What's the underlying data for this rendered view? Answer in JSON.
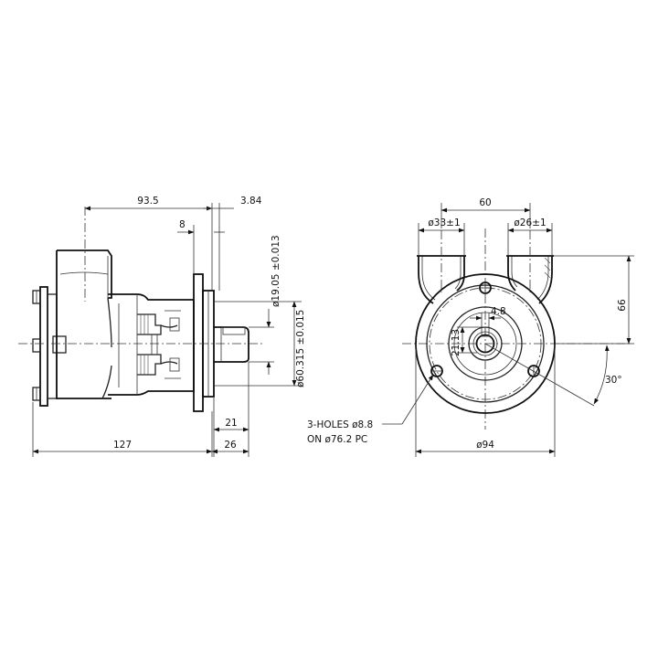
{
  "side_view": {
    "dim_overall_height_top": "93.5",
    "dim_flange_offset": "8",
    "dim_flange_thickness": "3.84",
    "dim_shaft_diameter": "ø19.05 ±0.013",
    "dim_spigot_diameter": "ø60.315 ±0.015",
    "dim_shaft_length": "21",
    "dim_total_length": "127",
    "dim_shaft_projection": "26"
  },
  "front_view": {
    "dim_port_spacing": "60",
    "dim_port_left": "ø33±1",
    "dim_port_right": "ø26±1",
    "dim_port_height": "66",
    "dim_key_width": "4.8",
    "dim_key_height": "21.13",
    "dim_flange_diameter": "ø94",
    "dim_angle": "30°",
    "note_holes_line1": "3-HOLES ø8.8",
    "note_holes_line2": "ON ø76.2 PC"
  }
}
